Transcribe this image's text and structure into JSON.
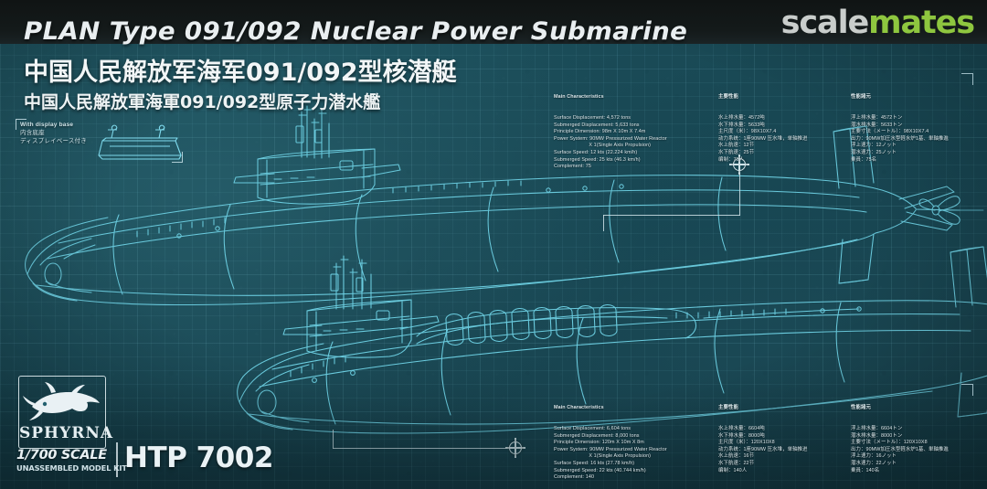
{
  "brand": {
    "logo_part1": "scale",
    "logo_part2": "mates",
    "color_green": "#8ec63f",
    "color_grey": "#c9cdcb"
  },
  "titles": {
    "english": "PLAN Type 091/092 Nuclear Power Submarine",
    "chinese": "中国人民解放军海军091/092型核潜艇",
    "japanese": "中国人民解放軍海軍091/092型原子力潜水艦"
  },
  "display_base_note": {
    "line_en": "With display base",
    "line_cn": "内含底座",
    "line_jp": "ディスプレイベース付き"
  },
  "spec_top": {
    "english": {
      "heading": "Main Characteristics",
      "lines": [
        "Surface Displacement: 4,572 tons",
        "Submerged Displacement: 5,633 tons",
        "Principle Dimension: 98m X 10m X 7.4m",
        "Power System: 90MW Pressurized Water Reactor",
        "                        X 1(Single Axis Propulsion)",
        "Surface Speed: 12 kts (22.224 km/h)",
        "Submerged Speed: 25 kts (46.3 km/h)",
        "Complement: 75"
      ]
    },
    "chinese": {
      "heading": "主要性能",
      "lines": [
        "水上排水量：4572吨",
        "水下排水量：5633吨",
        "主尺度（米）：98X10X7.4",
        "动力系统：1座90MW 压水堆，单轴推进",
        "水上航速：12节",
        "水下航速：25节",
        "编制：75人"
      ]
    },
    "japanese": {
      "heading": "性能諸元",
      "lines": [
        "浮上排水量：4572トン",
        "潜水排水量：5633トン",
        "主要寸法（メートル）：98X10X7.4",
        "出力：90MW加圧水型軽水炉1基、単軸推進",
        "浮上速力：12ノット",
        "潜水速力：25ノット",
        "乗員：75名"
      ]
    }
  },
  "spec_bottom": {
    "english": {
      "heading": "Main Characteristics",
      "lines": [
        "Surface Displacement: 6,604 tons",
        "Submerged Displacement: 8,000 tons",
        "Principle Dimension: 120m X 10m X 8m",
        "Power System: 90MW Pressurized Water Reactor",
        "                        X 1(Single Axis Propulsion)",
        "Surface Speed: 16 kts (27.78 km/h)",
        "Submerged Speed: 22 kts (40.744 km/h)",
        "Complement: 140"
      ]
    },
    "chinese": {
      "heading": "主要性能",
      "lines": [
        "水上排水量：6604吨",
        "水下排水量：8000吨",
        "主尺度（米）：120X10X8",
        "动力系统：1座90MW 压水堆，单轴推进",
        "水上航速：16节",
        "水下航速：22节",
        "编制：140人"
      ]
    },
    "japanese": {
      "heading": "性能諸元",
      "lines": [
        "浮上排水量：6604トン",
        "潜水排水量：8000トン",
        "主要寸法（メートル）：120X10X8",
        "出力：90MW加圧水型軽水炉1基、単軸推進",
        "浮上速力：16ノット",
        "潜水速力：22ノット",
        "乗員：140名"
      ]
    }
  },
  "kit": {
    "maker": "SPHYRNA",
    "scale": "1/700 SCALE",
    "kit_type": "UNASSEMBLED MODEL KIT",
    "code": "HTP 7002"
  }
}
